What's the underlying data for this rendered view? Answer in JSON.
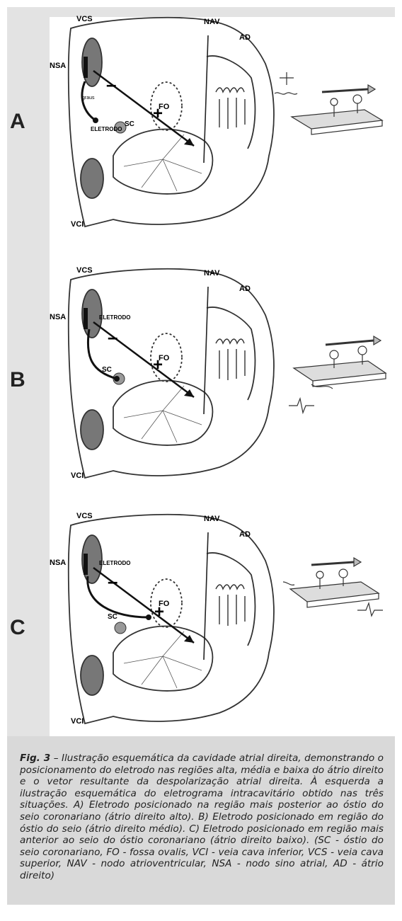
{
  "panels": [
    {
      "letter": "A",
      "labels": {
        "vcs": "VCS",
        "nav": "NAV",
        "ad": "AD",
        "nsa": "NSA",
        "fo": "FO",
        "sc": "SC",
        "vci": "VCI",
        "eletrodo": "ELETRODO",
        "graus": "graus",
        "minus": "–",
        "plus": "+"
      }
    },
    {
      "letter": "B",
      "labels": {
        "vcs": "VCS",
        "nav": "NAV",
        "ad": "AD",
        "nsa": "NSA",
        "fo": "FO",
        "sc": "SC",
        "vci": "VCI",
        "eletrodo": "ELETRODO",
        "minus": "–",
        "plus": "+"
      }
    },
    {
      "letter": "C",
      "labels": {
        "vcs": "VCS",
        "nav": "NAV",
        "ad": "AD",
        "nsa": "NSA",
        "fo": "FO",
        "sc": "SC",
        "vci": "VCI",
        "eletrodo": "ELETRODO",
        "minus": "–",
        "plus": "+"
      }
    }
  ],
  "caption": {
    "label": "Fig. 3",
    "text": " – Ilustração esquemática da cavidade atrial direita, demonstrando o posicionamento do eletrodo nas regiões alta, média e baixa do átrio direito e o vetor resultante da despolarização atrial direita. À esquerda a ilustração esquemática do eletrograma intracavitário obtido nas três situações. A) Eletrodo posicionado na região mais posterior ao óstio do seio coronariano (átrio direito alto). B) Eletrodo posicionado em região do óstio do seio (átrio direito médio). C) Eletrodo posicionado em região mais anterior ao seio do óstio coronariano (átrio direito baixo). (SC - óstio do seio coronariano, FO - fossa ovalis, VCI - veia cava inferior, VCS - veia cava superior, NAV - nodo atrioventricular, NSA - nodo sino atrial, AD - átrio direito)"
  }
}
